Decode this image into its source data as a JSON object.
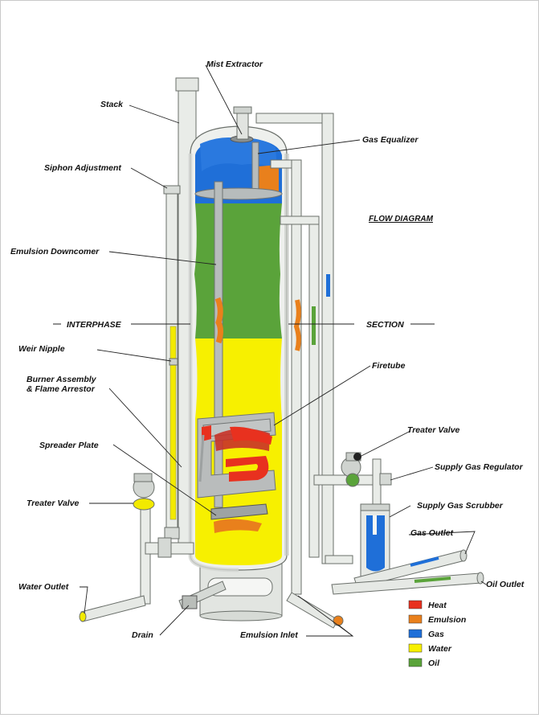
{
  "diagram": {
    "title": "FLOW DIAGRAM",
    "section_left": "INTERPHASE",
    "section_right": "SECTION",
    "labels": {
      "mist_extractor": "Mist Extractor",
      "stack": "Stack",
      "gas_equalizer": "Gas Equalizer",
      "siphon_adjustment": "Siphon Adjustment",
      "emulsion_downcomer": "Emulsion Downcomer",
      "weir_nipple": "Weir Nipple",
      "firetube": "Firetube",
      "burner_line1": "Burner Assembly",
      "burner_line2": "& Flame Arrestor",
      "spreader_plate": "Spreader Plate",
      "treater_valve_right": "Treater Valve",
      "supply_gas_regulator": "Supply Gas Regulator",
      "supply_gas_scrubber": "Supply Gas Scrubber",
      "treater_valve_left": "Treater Valve",
      "gas_outlet": "Gas Outlet",
      "water_outlet": "Water Outlet",
      "oil_outlet": "Oil Outlet",
      "drain": "Drain",
      "emulsion_inlet": "Emulsion Inlet"
    },
    "legend": [
      {
        "label": "Heat",
        "color": "#e8311f"
      },
      {
        "label": "Emulsion",
        "color": "#e9801c"
      },
      {
        "label": "Gas",
        "color": "#1f6fd8"
      },
      {
        "label": "Water",
        "color": "#f7f000"
      },
      {
        "label": "Oil",
        "color": "#5aa33a"
      }
    ]
  }
}
